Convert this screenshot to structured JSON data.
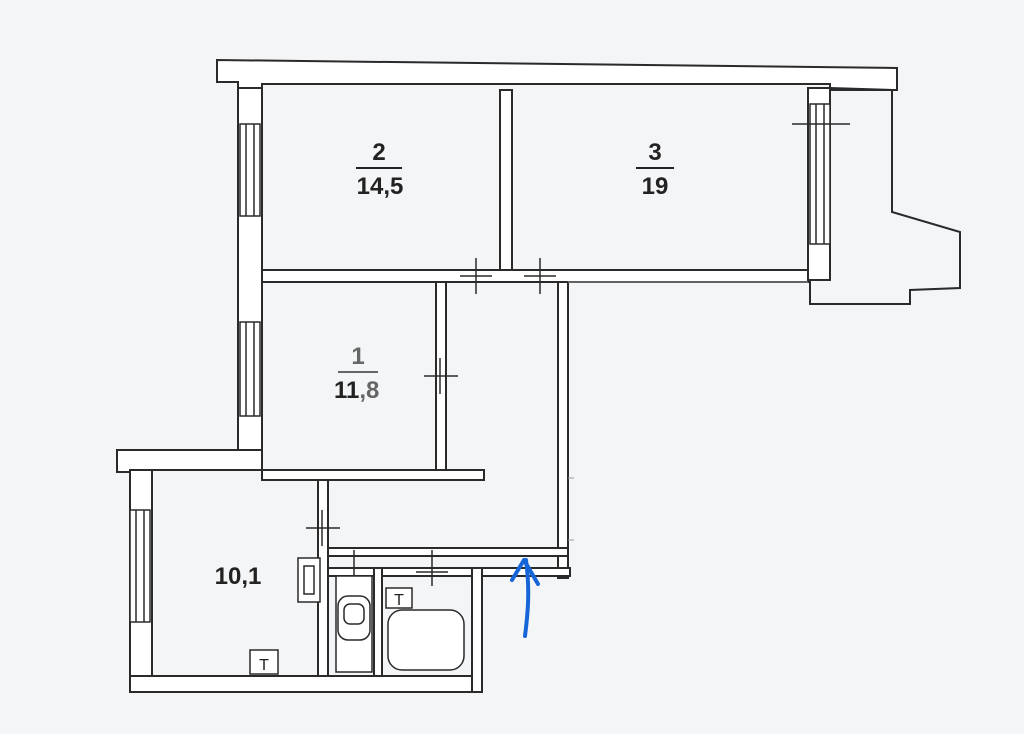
{
  "colors": {
    "paper": "#f4f5f7",
    "wall_fill": "#ffffff",
    "wall_stroke": "#2a2a2a",
    "text": "#222222",
    "faint_text": "#666666",
    "arrow": "#1565d8"
  },
  "rooms": [
    {
      "id": "room-2",
      "number": "2",
      "area": "14,5"
    },
    {
      "id": "room-3",
      "number": "3",
      "area": "19"
    },
    {
      "id": "room-1",
      "number": "1",
      "area_main": "11",
      "area_faint": ",8"
    },
    {
      "id": "kitchen",
      "area": "10,1"
    }
  ],
  "fixtures": {
    "radiator_symbol": "T"
  },
  "annotation": {
    "arrow_color": "#1565d8"
  }
}
